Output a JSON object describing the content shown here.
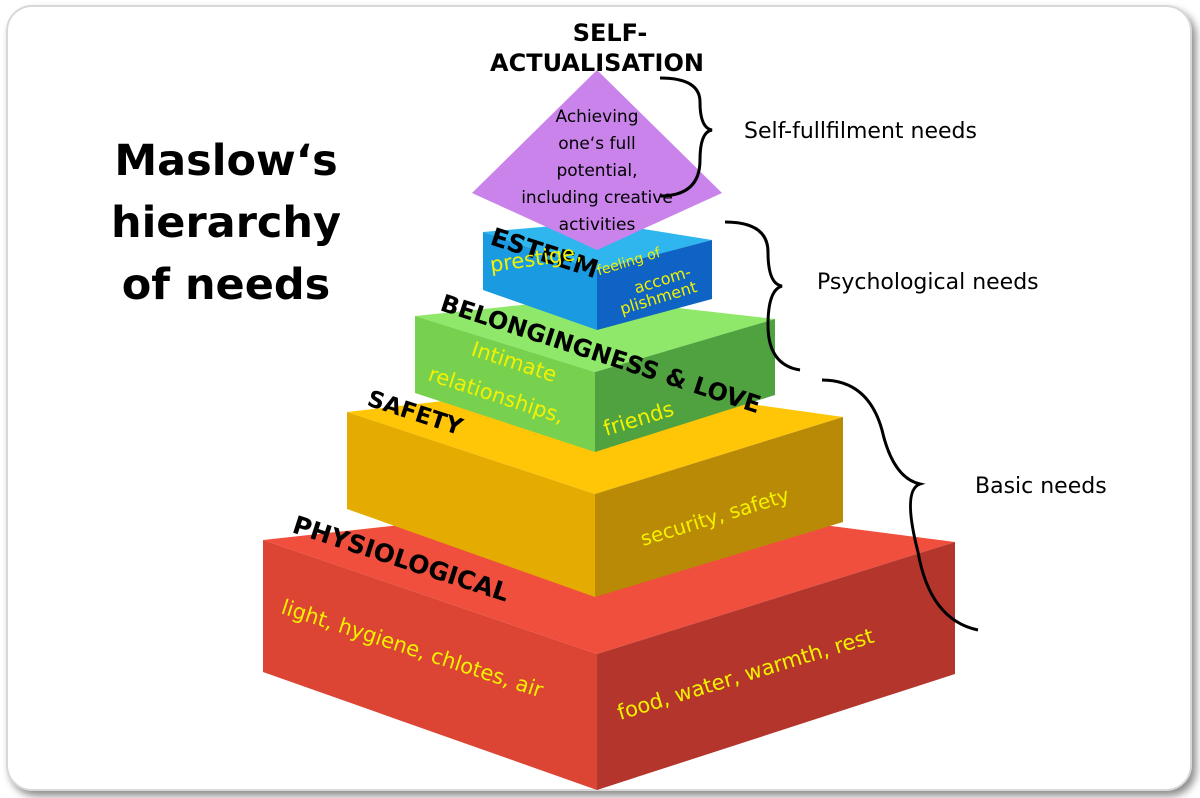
{
  "title": {
    "line1": "Maslow‘s",
    "line2": "hierarchy",
    "line3": "of needs"
  },
  "levels": {
    "self_actualisation": {
      "name_line1": "SELF-",
      "name_line2": "ACTUALISATION",
      "desc": [
        "Achieving",
        "one‘s full",
        "potential,",
        "including creative",
        "activities"
      ],
      "color": "#c27ee0"
    },
    "esteem": {
      "name": "ESTEEM",
      "left_text": "prestige,",
      "right_text": [
        "feeling of",
        "accom-",
        "plishment"
      ],
      "color": "#1a9be0"
    },
    "belonging": {
      "name": "BELONGINGNESS & LOVE",
      "left_text": [
        "Intimate",
        "relationships,"
      ],
      "right_text": "friends",
      "color": "#7ed957"
    },
    "safety": {
      "name": "SAFETY",
      "right_text": "security, safety",
      "color": "#f5b800"
    },
    "physiological": {
      "name": "PHYSIOLOGICAL",
      "left_text": "light, hygiene, chlotes, air",
      "right_text": "food, water, warmth, rest",
      "color": "#e84a3a"
    }
  },
  "groups": {
    "self_fulfilment": "Self-fullfilment needs",
    "psychological": "Psychological needs",
    "basic": "Basic needs"
  }
}
